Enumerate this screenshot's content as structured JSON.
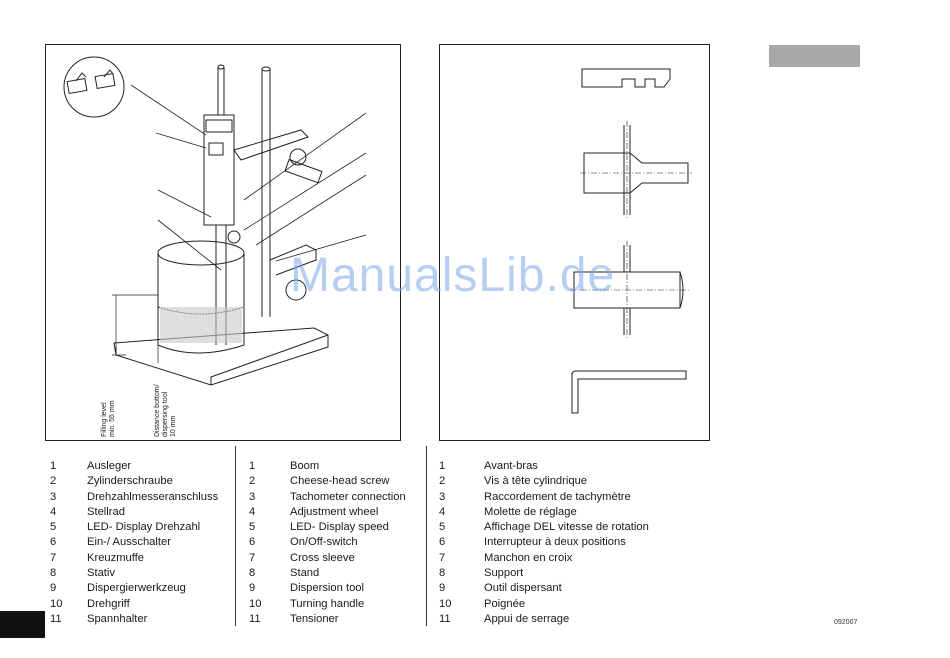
{
  "figure_left": {
    "annotation_filling_level": [
      "Filling level",
      "min. 55 mm"
    ],
    "annotation_distance": [
      "Distance bottom/",
      "dispersing tool",
      "10 mm"
    ]
  },
  "legend": {
    "numbers": [
      "1",
      "2",
      "3",
      "4",
      "5",
      "6",
      "7",
      "8",
      "9",
      "10",
      "11"
    ],
    "german": [
      "Ausleger",
      "Zylinderschraube",
      "Drehzahlmesseranschluss",
      "Stellrad",
      "LED- Display Drehzahl",
      "Ein-/ Ausschalter",
      "Kreuzmuffe",
      "Stativ",
      "Dispergierwerkzeug",
      "Drehgriff",
      "Spannhalter"
    ],
    "english": [
      "Boom",
      "Cheese-head screw",
      "Tachometer connection",
      "Adjustment wheel",
      "LED- Display speed",
      "On/Off-switch",
      "Cross sleeve",
      "Stand",
      "Dispersion tool",
      "Turning handle",
      "Tensioner"
    ],
    "french": [
      "Avant-bras",
      "Vis à tête cylindrique",
      "Raccordement de tachymètre",
      "Molette de réglage",
      "Affichage DEL vitesse de rotation",
      "Interrupteur à deux positions",
      "Manchon en croix",
      "Support",
      "Outil dispersant",
      "Poignée",
      "Appui de serrage"
    ]
  },
  "doc_code": "092007",
  "watermark": "ManualsLib.de",
  "colors": {
    "gray_tab": "#a8a8a8",
    "black_tab": "#111111",
    "watermark": "#78a5e6"
  }
}
